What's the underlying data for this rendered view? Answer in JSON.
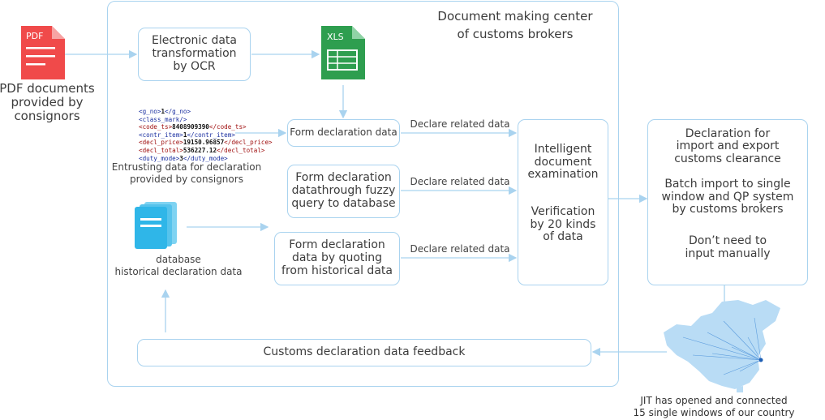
{
  "region_title": "Document making center\nof customs brokers",
  "pdf_icon_label": "PDF",
  "pdf_caption": "PDF documents\nprovided by\nconsignors",
  "ocr_box": "Electronic data\ntransformation\nby OCR",
  "xls_icon_label": "XLS",
  "form_decl_box": "Form declaration data",
  "fuzzy_box": "Form declaration\ndatathrough fuzzy\nquery to database",
  "quote_box": "Form declaration\ndata by quoting\nfrom historical data",
  "declare_label_1": "Declare related data",
  "declare_label_2": "Declare related data",
  "declare_label_3": "Declare related data",
  "exam_box_1": "Intelligent\ndocument\nexamination",
  "exam_box_2": "Verification\nby 20 kinds\nof data",
  "right_box_1": "Declaration for\nimport and export\ncustoms clearance",
  "right_box_2": "Batch import to single\nwindow and QP system\nby customs brokers",
  "right_box_3": "Don’t need to\ninput manually",
  "entrust_caption": "Entrusting data for declaration\nprovided by consignors",
  "db_caption": "database\nhistorical declaration data",
  "feedback_box": "Customs declaration data feedback",
  "map_caption": "JIT has opened and connected\n15 single windows of our country",
  "xml_lines": [
    {
      "open": "<g_no>",
      "value": "1",
      "close": "</g_no>"
    },
    {
      "open": "<class_mark/>",
      "value": "",
      "close": ""
    },
    {
      "open": "<code_ts>",
      "value": "8408909390",
      "close": "</code_ts>"
    },
    {
      "open": "<contr_item>",
      "value": "1",
      "close": "</contr_item>"
    },
    {
      "open": "<decl_price>",
      "value": "19150.96857",
      "close": "</decl_price>"
    },
    {
      "open": "<decl_total>",
      "value": "536227.12",
      "close": "</decl_total>"
    },
    {
      "open": "<duty_mode>",
      "value": "3",
      "close": "</duty_mode>"
    }
  ],
  "colors": {
    "line": "#a9d3ef",
    "pdf": "#f04a4a",
    "xls": "#2e9e4f",
    "db": "#2fb6e8",
    "map": "#b9dcf5"
  }
}
